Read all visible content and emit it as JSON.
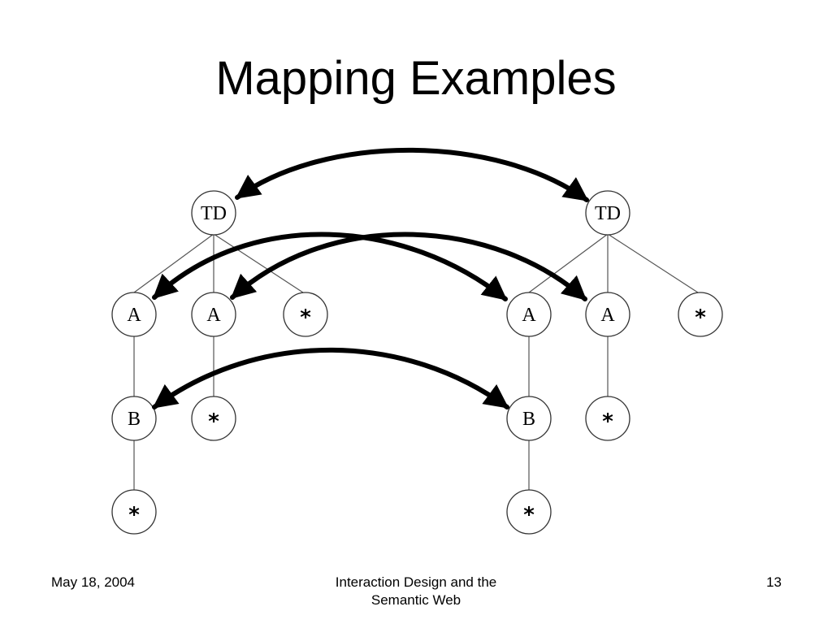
{
  "slide": {
    "title": "Mapping Examples"
  },
  "footer": {
    "date": "May 18, 2004",
    "title_line1": "Interaction Design and the",
    "title_line2": "Semantic Web",
    "page_number": "13"
  },
  "diagram": {
    "left_tree": {
      "root": "TD",
      "level1": [
        "A",
        "A",
        "*"
      ],
      "level2": [
        "B",
        "*"
      ],
      "level3": [
        "*"
      ]
    },
    "right_tree": {
      "root": "TD",
      "level1": [
        "A",
        "A",
        "*"
      ],
      "level2": [
        "B",
        "*"
      ],
      "level3": [
        "*"
      ]
    }
  }
}
